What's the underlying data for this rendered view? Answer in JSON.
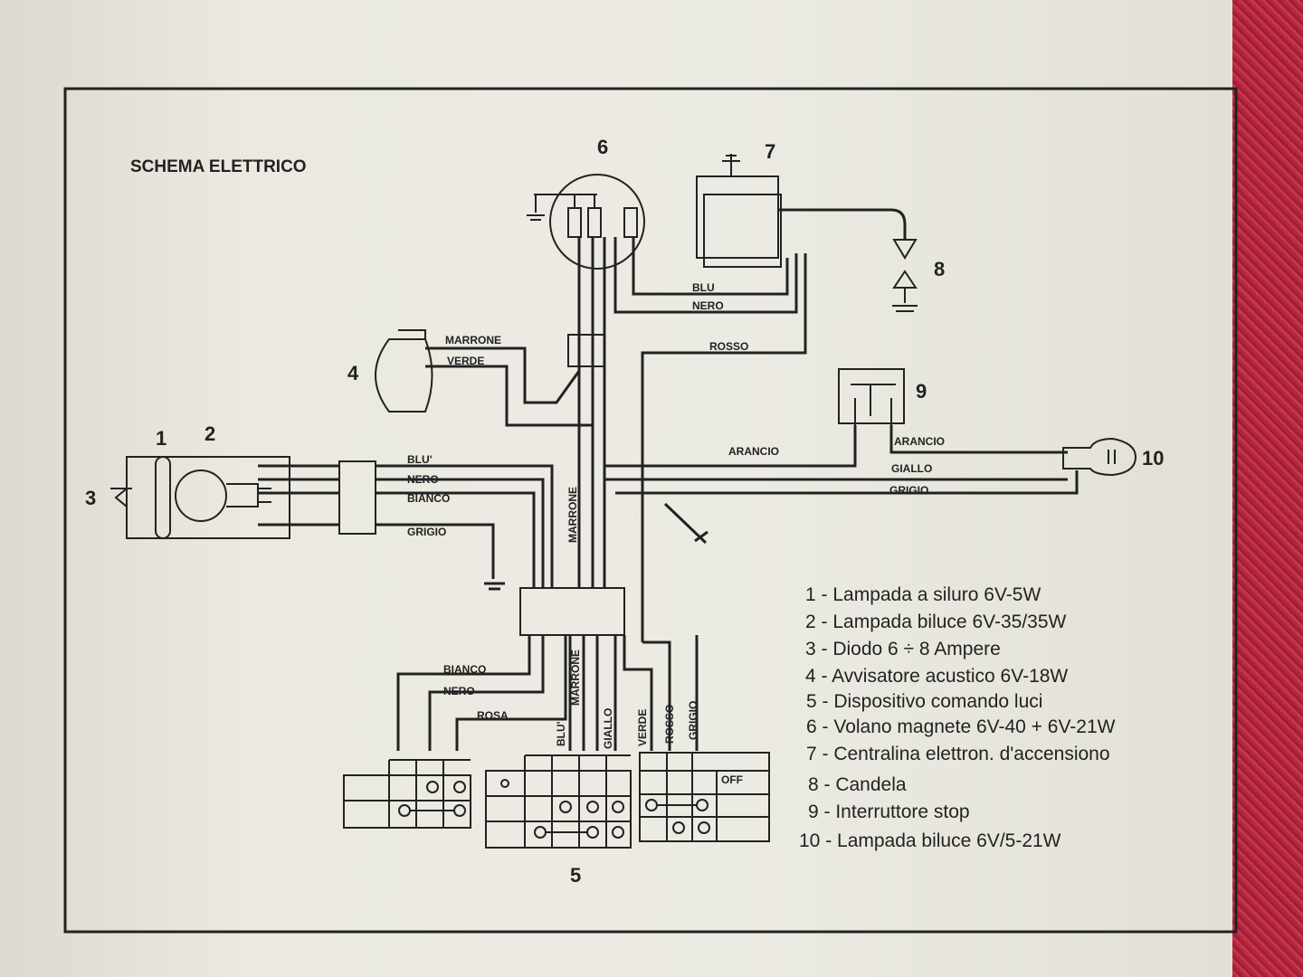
{
  "title": "SCHEMA ELETTRICO",
  "component_numbers": [
    "1",
    "2",
    "3",
    "4",
    "5",
    "6",
    "7",
    "8",
    "9",
    "10"
  ],
  "wire_labels": {
    "horn_marrone": "MARRONE",
    "horn_verde": "VERDE",
    "ign_blu": "BLU",
    "ign_nero": "NERO",
    "rosso_top": "ROSSO",
    "arancio_left": "ARANCIO",
    "arancio_right": "ARANCIO",
    "giallo_right": "GIALLO",
    "grigio_right": "GRIGIO",
    "head_blu": "BLU'",
    "head_nero": "NERO",
    "head_bianco": "BIANCO",
    "head_grigio": "GRIGIO",
    "marrone_vertical": "MARRONE",
    "bottom_bianco": "BIANCO",
    "bottom_nero": "NERO",
    "bottom_rosa": "ROSA",
    "bottom_blu": "BLU'",
    "bottom_marrone": "MARRONE",
    "bottom_giallo": "GIALLO",
    "bottom_verde": "VERDE",
    "bottom_rosso": "ROSSO",
    "bottom_grigio": "GRIGIO"
  },
  "switch_off_label": "OFF",
  "legend": [
    "1 - Lampada a siluro 6V-5W",
    "2 - Lampada biluce 6V-35/35W",
    "3 - Diodo 6 ÷ 8 Ampere",
    "4 - Avvisatore acustico 6V-18W",
    "5 - Dispositivo comando luci",
    "6 - Volano magnete 6V-40 + 6V-21W",
    "7 - Centralina elettron. d'accensiono",
    "8 - Candela",
    "9 - Interruttore stop",
    "10 - Lampada biluce 6V/5-21W"
  ],
  "colors": {
    "paper": "#e9e7de",
    "ink": "#222222",
    "carpet": "#b3263d"
  }
}
